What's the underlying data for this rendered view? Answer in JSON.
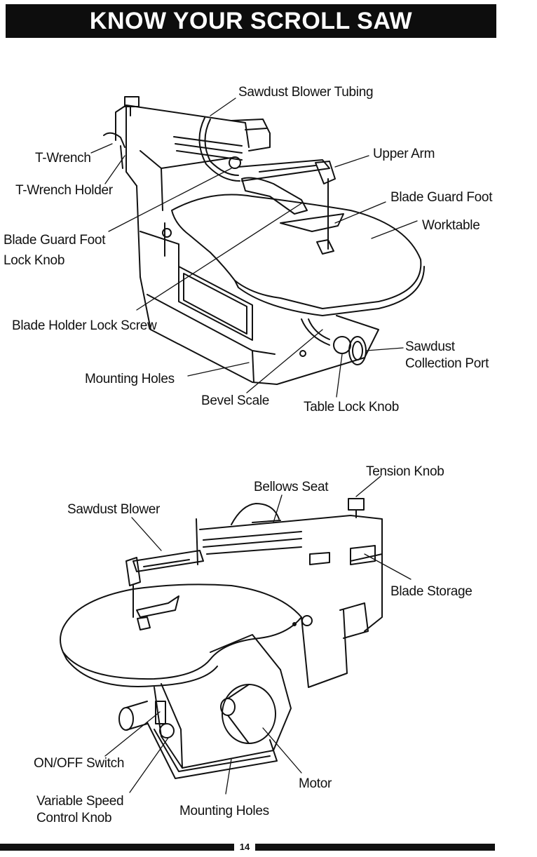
{
  "header": {
    "title": "KNOW YOUR SCROLL SAW"
  },
  "top_view": {
    "labels": {
      "sawdust_blower_tubing": "Sawdust Blower Tubing",
      "t_wrench": "T-Wrench",
      "upper_arm": "Upper Arm",
      "t_wrench_holder": "T-Wrench Holder",
      "blade_guard_foot": "Blade Guard Foot",
      "worktable": "Worktable",
      "blade_guard_foot_lock_knob_1": "Blade Guard Foot",
      "blade_guard_foot_lock_knob_2": "Lock Knob",
      "blade_holder_lock_screw": "Blade Holder Lock Screw",
      "sawdust_collection_port_1": "Sawdust",
      "sawdust_collection_port_2": "Collection Port",
      "mounting_holes": "Mounting Holes",
      "bevel_scale": "Bevel Scale",
      "table_lock_knob": "Table Lock Knob"
    }
  },
  "bottom_view": {
    "labels": {
      "tension_knob": "Tension Knob",
      "bellows_seat": "Bellows Seat",
      "sawdust_blower": "Sawdust Blower",
      "blade_storage": "Blade Storage",
      "on_off_switch": "ON/OFF Switch",
      "motor": "Motor",
      "variable_speed_1": "Variable Speed",
      "variable_speed_2": "Control Knob",
      "mounting_holes": "Mounting Holes"
    }
  },
  "footer": {
    "page_number": "14"
  }
}
